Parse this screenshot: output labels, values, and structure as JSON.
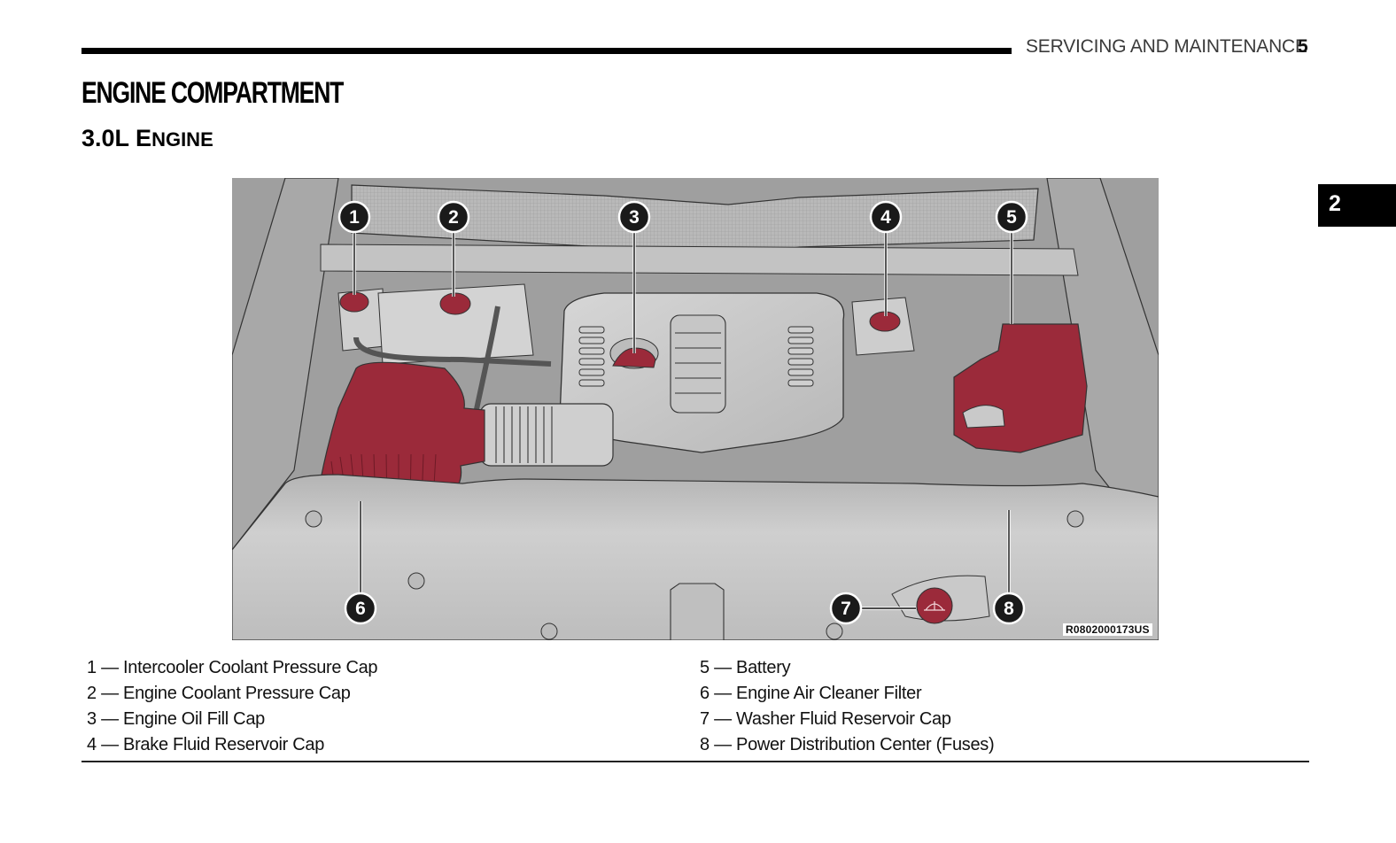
{
  "header": {
    "section": "SERVICING AND MAINTENANCE",
    "page_number": "5"
  },
  "chapter_tab": "2",
  "title": "ENGINE COMPARTMENT",
  "subtitle": {
    "main": "3.0L E",
    "smallcaps": "NGINE"
  },
  "figure": {
    "id": "R0802000173US",
    "accent_color": "#9b2a3a",
    "callouts": [
      "1",
      "2",
      "3",
      "4",
      "5",
      "6",
      "7",
      "8"
    ]
  },
  "legend": {
    "left": [
      "1 — Intercooler Coolant Pressure Cap",
      "2 — Engine Coolant Pressure Cap",
      "3 — Engine Oil Fill Cap",
      "4 — Brake Fluid Reservoir Cap"
    ],
    "right": [
      "5 — Battery",
      "6 — Engine Air Cleaner Filter",
      "7 — Washer Fluid Reservoir Cap",
      "8 — Power Distribution Center (Fuses)"
    ]
  }
}
